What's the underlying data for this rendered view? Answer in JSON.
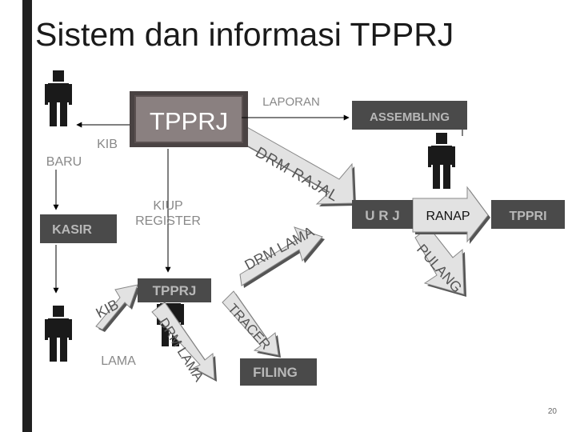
{
  "title": "Sistem dan informasi TPPRJ",
  "page_number": "20",
  "nodes": {
    "tpprj_box": "TPPRJ",
    "laporan": "LAPORAN",
    "assembling": "ASSEMBLING",
    "kib_top": "KIB",
    "baru": "BARU",
    "kasir": "KASIR",
    "kiup_line1": "KIUP",
    "kiup_line2": "REGISTER",
    "urj": "U R J",
    "ranap": "RANAP",
    "tppri": "TPPRI",
    "tpprj_lower": "TPPRJ",
    "kib_lower": "KIB",
    "lama": "LAMA",
    "filing": "FILING",
    "drm_rajal": "DRM RAJAL",
    "drm_lama_mid": "DRM LAMA",
    "pulang": "PULANG",
    "tracer": "TRACER",
    "drm_lama_low": "DRM LAMA"
  },
  "colors": {
    "arrow_fill": "#e2e2e2",
    "arrow_shadow": "#555555",
    "tpprj_box_fill": "#8a8080",
    "tpprj_text": "#ffffff",
    "dark_box": "#4a4a4a",
    "label_gray": "#888888",
    "person": "#1a1a1a"
  },
  "icons": [
    "person-icon",
    "person-icon",
    "person-icon",
    "person-icon"
  ]
}
